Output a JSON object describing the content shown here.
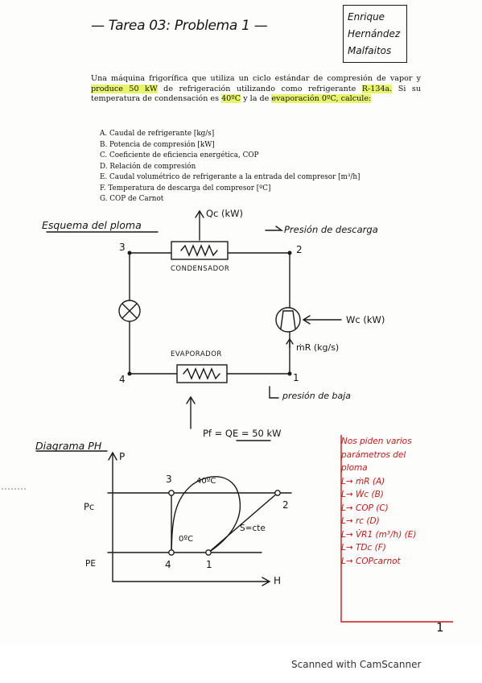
{
  "header": {
    "title": "— Tarea 03: Problema 1 —",
    "name_lines": [
      "Enrique",
      "Hernández",
      "Malfaitos"
    ]
  },
  "problem": {
    "t1": "Una máquina frigorífica que utiliza un ciclo estándar de compresión de vapor y",
    "t2": "produce 50 kW",
    "t3": " de refrigeración utilizando como refrigerante ",
    "t4": "R-134a.",
    "t5": " Si su temperatura de condensación es ",
    "t6": "40ºC",
    "t7": " y la de ",
    "t8": "evaporación 0ºC, calcule:",
    "highlight_color": "#e8f56a"
  },
  "questions": [
    "A. Caudal de refrigerante [kg/s]",
    "B. Potencia de compresión  [kW]",
    "C. Coeficiente de eficiencia energética, COP",
    "D. Relación de compresión",
    "E. Caudal volumétrico de refrigerante a la entrada del compresor [m³/h]",
    "F. Temperatura de descarga del compresor [ºC]",
    "G. COP de Carnot"
  ],
  "schematic": {
    "heading": "Esquema del ploma",
    "qc": "Qc (kW)",
    "discharge": "Presión de descarga",
    "condenser": "CONDENSADOR",
    "evaporator": "EVAPORADOR",
    "wc": "Wc (kW)",
    "mr": "ṁR (kg/s)",
    "suction": "presión de baja",
    "qf": "Pf = QE = 50 kW",
    "n1": "1",
    "n2": "2",
    "n3": "3",
    "n4": "4"
  },
  "ph": {
    "heading": "Diagrama PH",
    "p_axis": "P",
    "h_axis": "H",
    "pc": "Pc",
    "pe": "PE",
    "t40": "40ºC",
    "t0": "0ºC",
    "s_cte": "S=cte",
    "n1": "1",
    "n2": "2",
    "n3": "3",
    "n4": "4"
  },
  "notes": {
    "lines": [
      "Nos piden varios",
      "parámetros del",
      "ploma",
      "L→ ṁR (A)",
      "L→ Ẇc (B)",
      "L→ COP (C)",
      "L→ rc (D)",
      "L→ V̇R1 (m³/h) (E)",
      "L→ TDc (F)",
      "L→ COPcarnot"
    ],
    "page_number": "1",
    "ink_color": "#c81818"
  },
  "footer": {
    "scanner": "Scanned with CamScanner"
  }
}
